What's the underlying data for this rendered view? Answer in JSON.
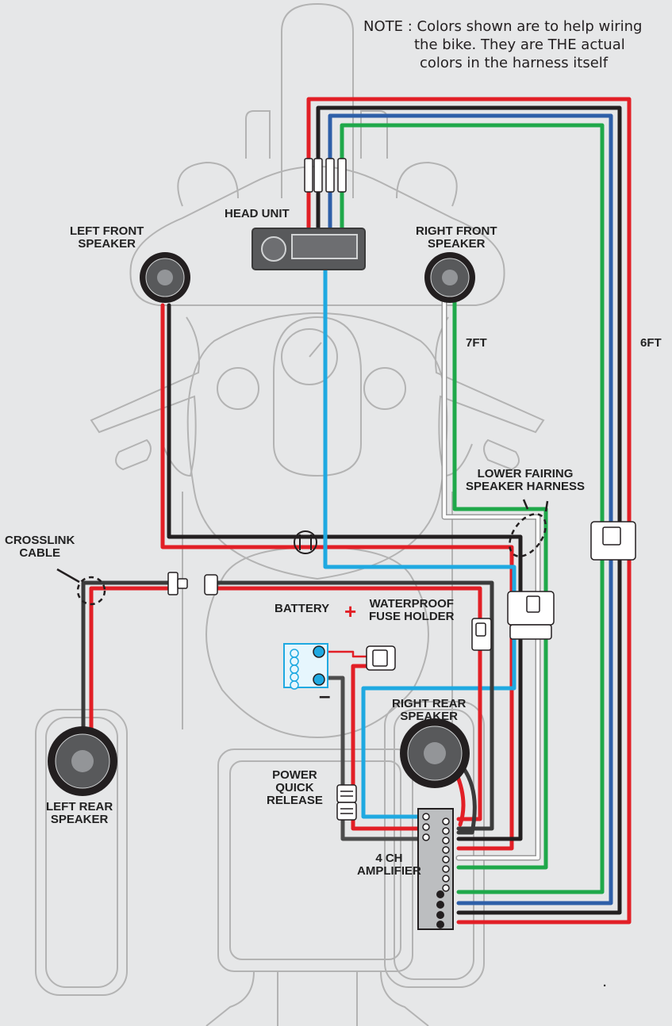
{
  "note": {
    "lines": [
      "NOTE : Colors shown are to help wiring",
      "the bike.  They are THE actual",
      "colors in the harness itself"
    ]
  },
  "labels": {
    "head_unit": "HEAD UNIT",
    "left_front_speaker": [
      "LEFT FRONT",
      "SPEAKER"
    ],
    "right_front_speaker": [
      "RIGHT FRONT",
      "SPEAKER"
    ],
    "seven_ft": "7FT",
    "six_ft": "6FT",
    "lower_fairing_harness": [
      "LOWER FAIRING",
      "SPEAKER HARNESS"
    ],
    "crosslink_cable": [
      "CROSSLINK",
      "CABLE"
    ],
    "battery": "BATTERY",
    "battery_plus": "+",
    "battery_minus": "–",
    "fuse_holder": [
      "WATERPROOF",
      "FUSE HOLDER"
    ],
    "right_rear_speaker": [
      "RIGHT REAR",
      "SPEAKER"
    ],
    "left_rear_speaker": [
      "LEFT REAR",
      "SPEAKER"
    ],
    "power_quick_release": [
      "POWER",
      "QUICK",
      "RELEASE"
    ],
    "amplifier": [
      "4 CH",
      "AMPLIFIER"
    ],
    "dot": "."
  },
  "colors": {
    "background": "#e6e7e8",
    "bike_outline": "#b3b3b3",
    "wire_red": "#e21f26",
    "wire_black": "#231f20",
    "wire_blue": "#2e5fa8",
    "wire_green": "#1fa84a",
    "wire_cyan": "#1fa9e1",
    "wire_white": "#ffffff"
  }
}
